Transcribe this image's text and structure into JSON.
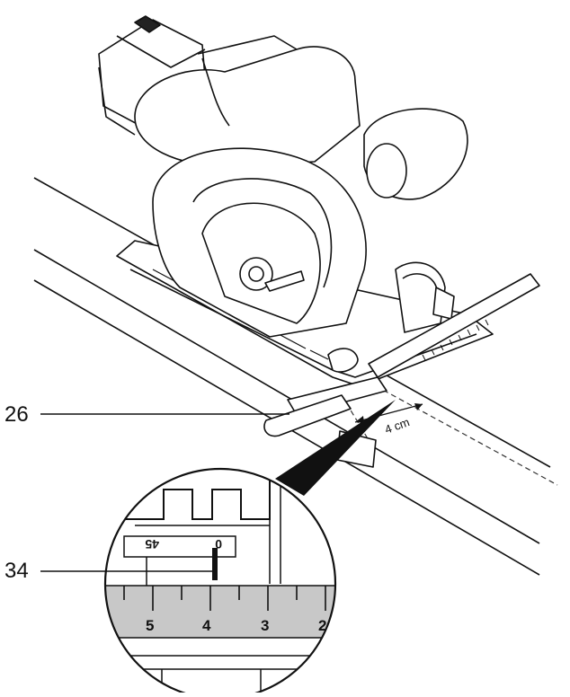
{
  "callouts": {
    "c26": "26",
    "c34": "34"
  },
  "dimension": {
    "label": "4 cm"
  },
  "zoom": {
    "scale_numbers": [
      "5",
      "4",
      "3",
      "2"
    ],
    "marker_45": "45",
    "marker_0": "0"
  },
  "colors": {
    "line": "#111111",
    "scale_fill": "#c8c8c8",
    "background": "#ffffff"
  }
}
